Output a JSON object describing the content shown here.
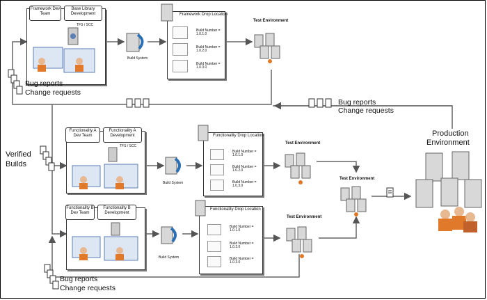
{
  "framework": {
    "team_tab": "Framework Dev Team",
    "dev_tab": "Base Library Development",
    "tfs": "TFS / SCC",
    "build_system": "Build System",
    "drop_title": "Framework Drop Location",
    "builds": [
      "Build Number = 1.0.1.0",
      "Build Number = 1.0.2.0",
      "Build Number = 1.0.3.0"
    ],
    "test_env": "Test Environment"
  },
  "top_feedback": {
    "line1": "Bug reports",
    "line2": "Change requests"
  },
  "mid_feedback": {
    "line1": "Bug reports",
    "line2": "Change requests"
  },
  "bottom_feedback": {
    "line1": "Bug reports",
    "line2": "Change requests"
  },
  "verified_builds": {
    "line1": "Verified",
    "line2": "Builds"
  },
  "func_a": {
    "team_tab": "Functionality A Dev Team",
    "dev_tab": "Functionality A Development",
    "tfs": "TFS / SCC",
    "build_system": "Build System",
    "drop_title": "Functionality Drop Location",
    "builds": [
      "Build Number = 1.0.1.0",
      "Build Number = 1.0.2.0",
      "Build Number = 1.0.3.0"
    ],
    "test_env": "Test Environment"
  },
  "func_b": {
    "team_tab": "Functionality B Dev Team",
    "dev_tab": "Functionality B Development",
    "build_system": "Build System",
    "drop_title": "Functionality Drop Location",
    "builds": [
      "Build Number = 1.0.1.0",
      "Build Number = 1.0.2.0",
      "Build Number = 1.0.3.0"
    ],
    "test_env": "Test Environment"
  },
  "integration_test_env": "Test Environment",
  "production": {
    "line1": "Production",
    "line2": "Environment"
  },
  "colors": {
    "arrow": "#666666",
    "server": "#d8d8d8",
    "person_orange": "#e07a2a",
    "screen_blue": "#5b7fb5"
  }
}
